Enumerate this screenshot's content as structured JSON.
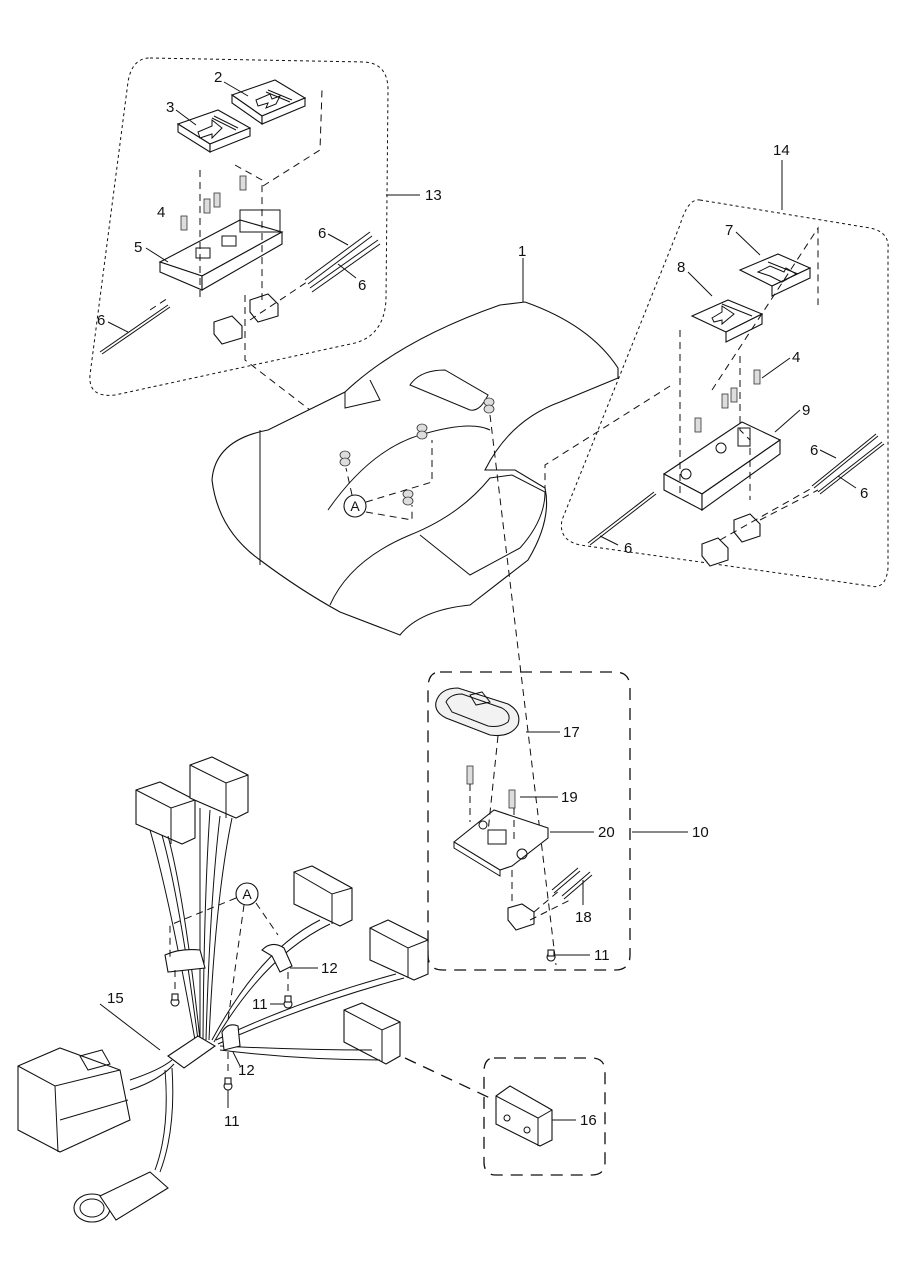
{
  "diagram": {
    "type": "exploded parts diagram",
    "subject": "Control console cover with switch assemblies and wiring harness",
    "callouts": {
      "c1": "1",
      "c2": "2",
      "c3": "3",
      "c4a": "4",
      "c4b": "4",
      "c5": "5",
      "c6a": "6",
      "c6b": "6",
      "c6c": "6",
      "c6d": "6",
      "c6e": "6",
      "c6f": "6",
      "c7": "7",
      "c8": "8",
      "c9": "9",
      "c10": "10",
      "c11a": "11",
      "c11b": "11",
      "c11c": "11",
      "c12a": "12",
      "c12b": "12",
      "c13": "13",
      "c14": "14",
      "c15": "15",
      "c16": "16",
      "c17": "17",
      "c18": "18",
      "c19": "19",
      "c20": "20"
    },
    "reference_markers": {
      "ref_a_console": "A",
      "ref_a_harness": "A"
    },
    "groups": [
      {
        "id": "13",
        "description": "Left switch assembly (dotted boundary)"
      },
      {
        "id": "14",
        "description": "Right switch assembly (dotted boundary)"
      },
      {
        "id": "10",
        "description": "Rocker switch assembly (dashed boundary)"
      },
      {
        "id": "16",
        "description": "Micro switch (dashed boundary)"
      }
    ]
  }
}
